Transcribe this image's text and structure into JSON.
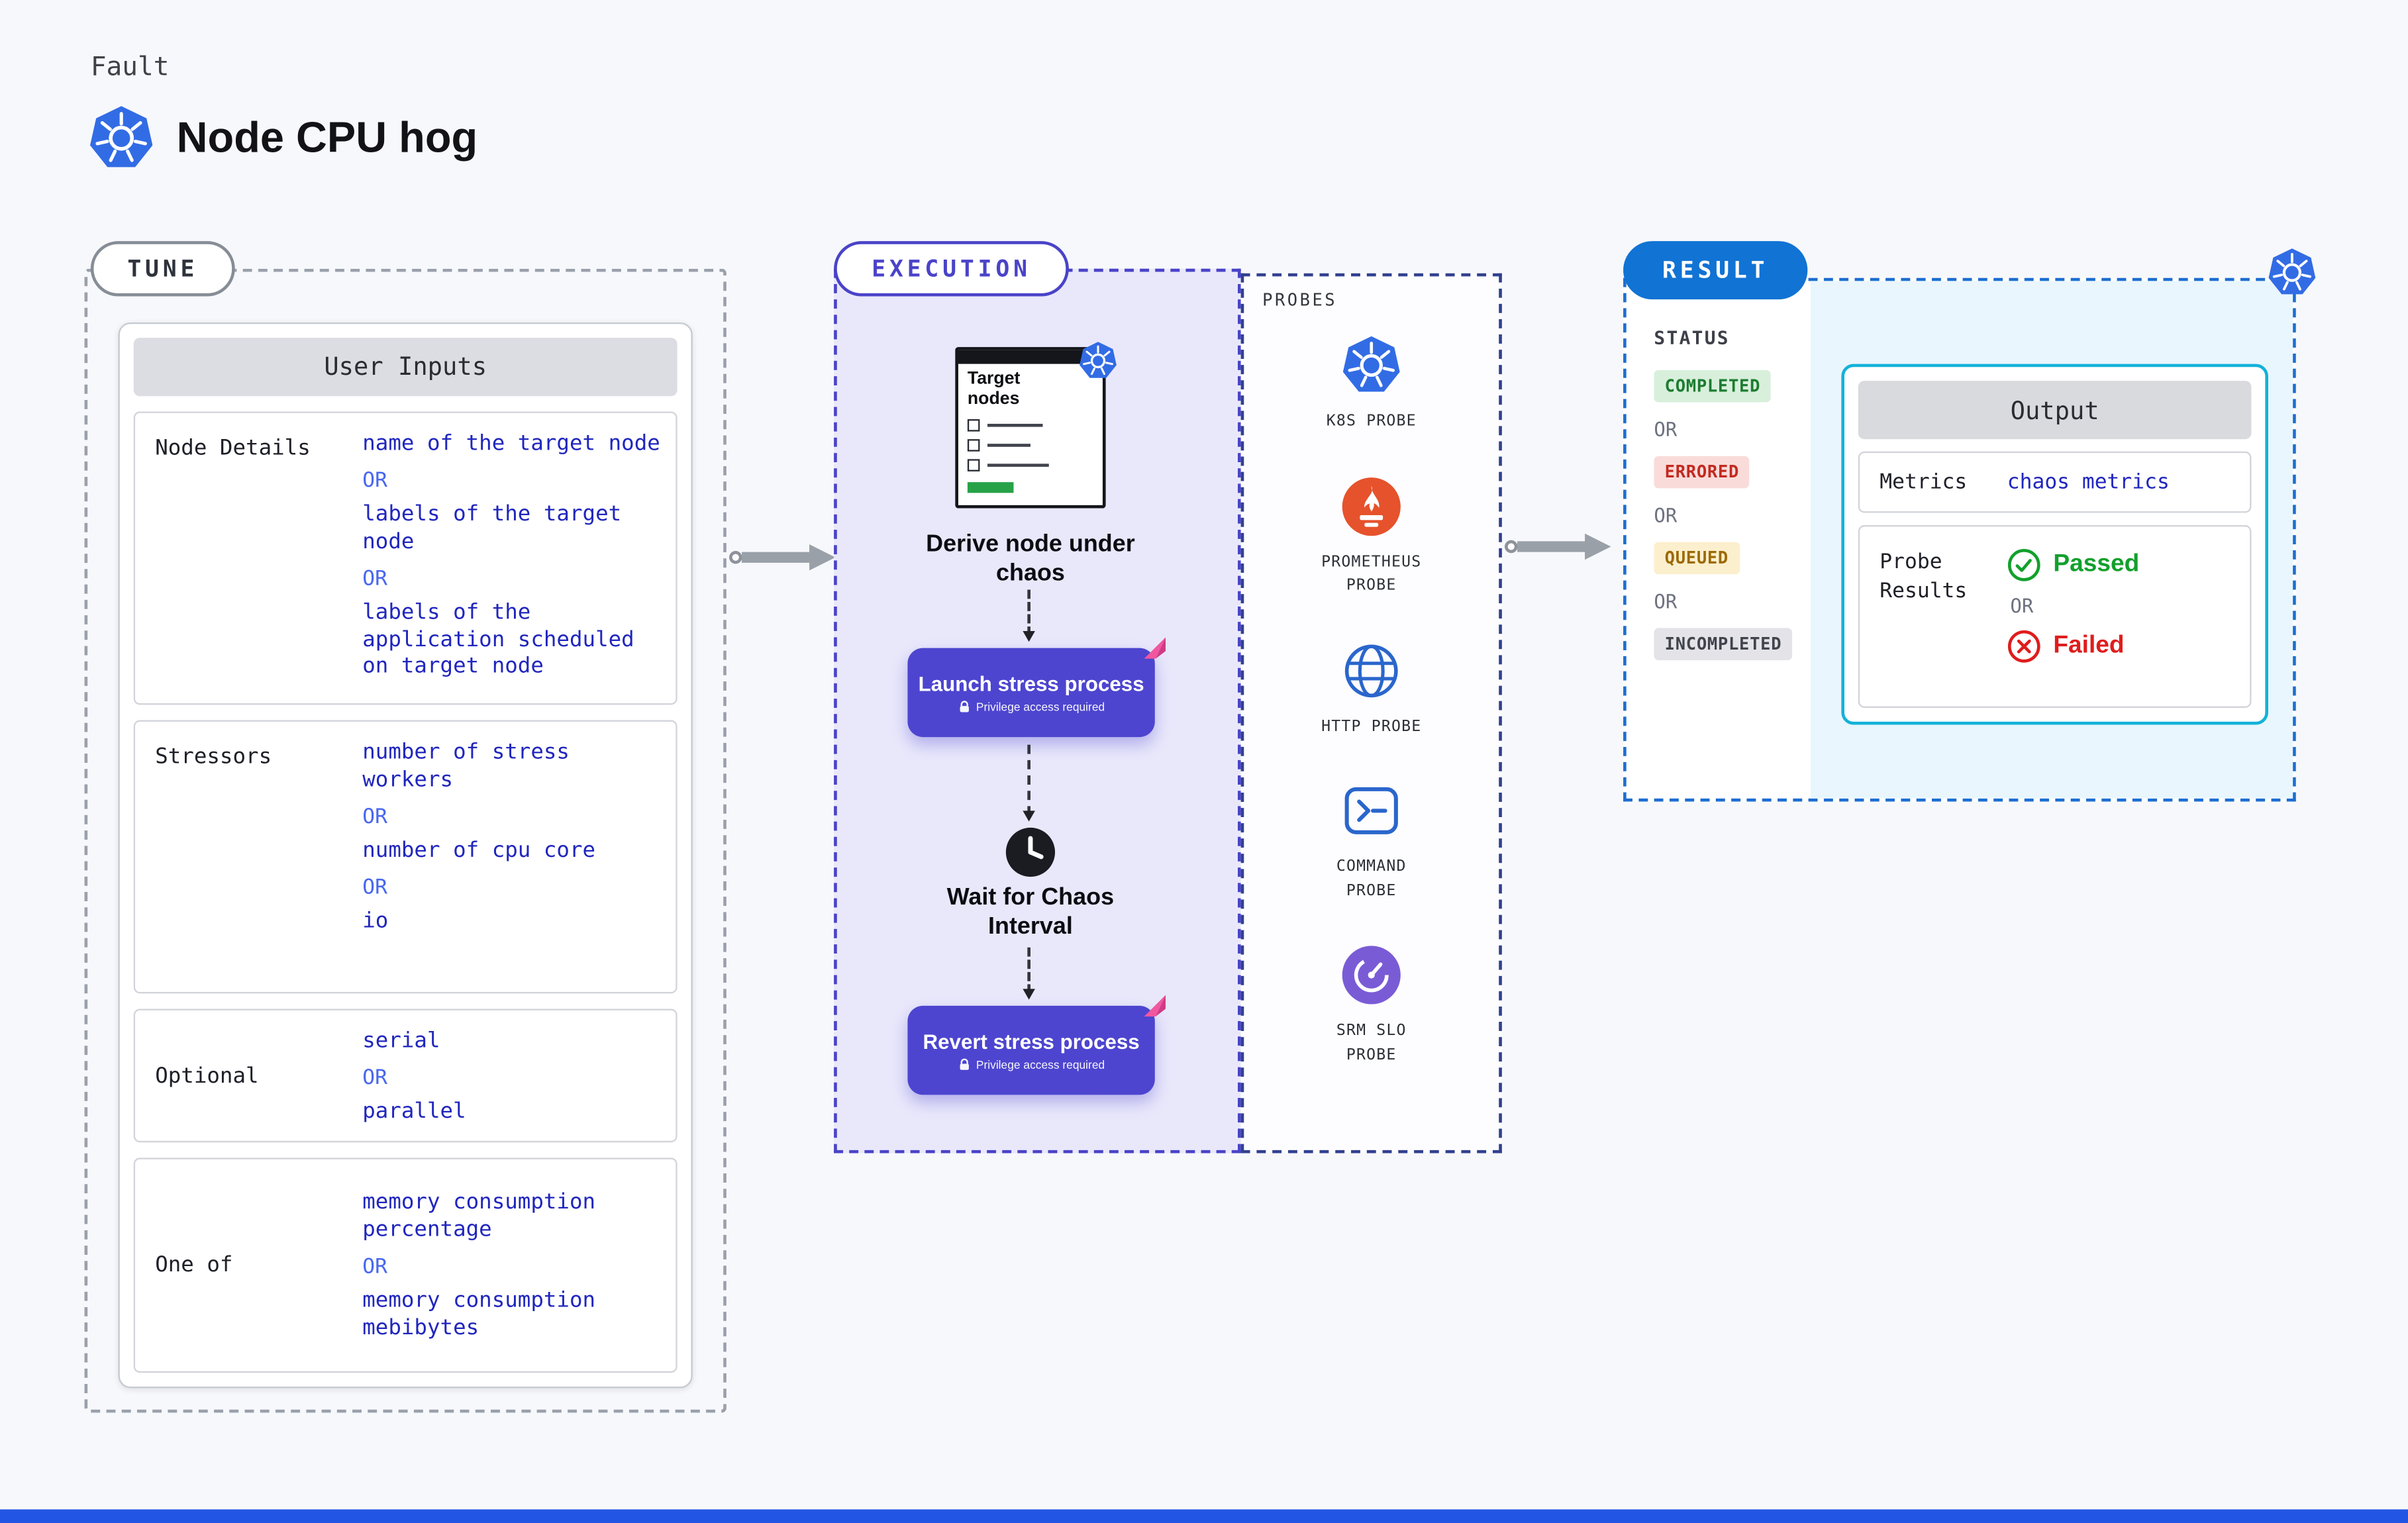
{
  "page": {
    "eyebrow": "Fault",
    "title": "Node CPU hog"
  },
  "common": {
    "or": "OR"
  },
  "tune": {
    "pill": "TUNE",
    "table_title": "User Inputs",
    "rows": [
      {
        "label": "Node Details",
        "values": [
          "name of the target node",
          "labels of the target node",
          "labels of the application scheduled on target node"
        ]
      },
      {
        "label": "Stressors",
        "values": [
          "number of stress workers",
          "number of cpu core",
          "io"
        ]
      },
      {
        "label": "Optional",
        "values": [
          "serial",
          "parallel"
        ]
      },
      {
        "label": "One of",
        "values": [
          "memory consumption percentage",
          "memory consumption mebibytes"
        ]
      }
    ]
  },
  "execution": {
    "pill": "EXECUTION",
    "target_card_title": "Target nodes",
    "derive_label": "Derive node under chaos",
    "launch_button": "Launch stress process",
    "wait_label": "Wait for Chaos Interval",
    "revert_button": "Revert stress process",
    "privilege_note": "Privilege access required"
  },
  "probes": {
    "title": "PROBES",
    "items": [
      {
        "label": "K8S PROBE",
        "icon": "kubernetes-icon"
      },
      {
        "label": "PROMETHEUS PROBE",
        "icon": "prometheus-icon"
      },
      {
        "label": "HTTP PROBE",
        "icon": "globe-icon"
      },
      {
        "label": "COMMAND PROBE",
        "icon": "terminal-icon"
      },
      {
        "label": "SRM SLO PROBE",
        "icon": "gauge-icon"
      }
    ]
  },
  "result": {
    "pill": "RESULT",
    "status_title": "STATUS",
    "statuses": [
      {
        "label": "COMPLETED",
        "type": "success"
      },
      {
        "label": "ERRORED",
        "type": "error"
      },
      {
        "label": "QUEUED",
        "type": "warning"
      },
      {
        "label": "INCOMPLETED",
        "type": "neutral"
      }
    ],
    "output": {
      "title": "Output",
      "metrics_label": "Metrics",
      "metrics_value": "chaos metrics",
      "probe_results_label": "Probe Results",
      "passed_label": "Passed",
      "failed_label": "Failed"
    }
  },
  "colors": {
    "accent_indigo": "#4a43c8",
    "accent_blue": "#1173d4",
    "accent_cyan": "#14b2d8",
    "value_blue": "#2026bd",
    "or_blue": "#4a67ee",
    "success_green": "#13a02c",
    "error_red": "#df1d1d",
    "kubernetes_blue": "#326ce5",
    "prometheus_orange": "#e6522c",
    "srm_purple": "#7a5bd6",
    "button_purple": "#4d45cf",
    "footer_blue": "#2355e4"
  }
}
